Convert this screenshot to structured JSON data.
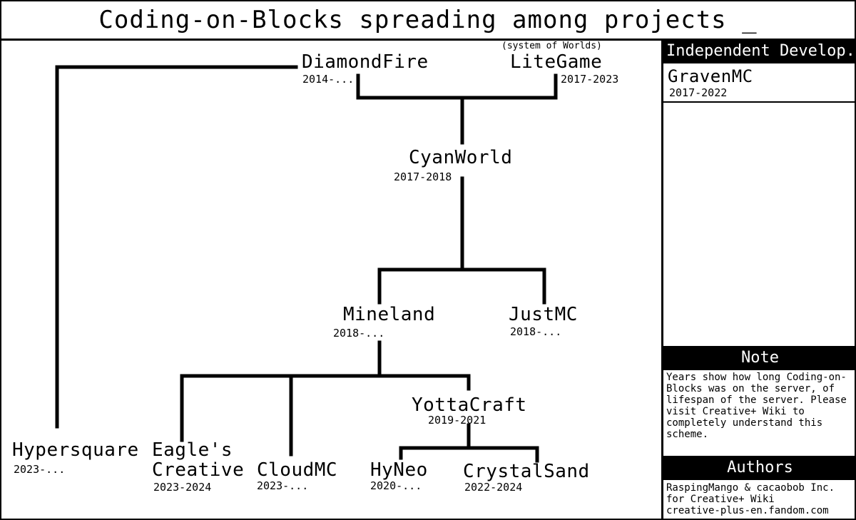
{
  "title": "Coding-on-Blocks spreading among projects",
  "title_cursor": "_",
  "sidebar": {
    "independent_header": "Independent Develop.",
    "independent_items": [
      {
        "name": "GravenMC",
        "years": "2017-2022"
      }
    ],
    "note_header": "Note",
    "note_text": "Years show how long Coding-on-Blocks was on the server, of lifespan of the server. Please visit Creative+ Wiki to completely understand this scheme.",
    "authors_header": "Authors",
    "authors_text": "RaspingMango & cacaobob Inc. for Creative+ Wiki",
    "authors_site": "creative-plus-en.fandom.com"
  },
  "tree": {
    "diamondfire": {
      "name": "DiamondFire",
      "years": "2014-..."
    },
    "litegame": {
      "name": "LiteGame",
      "subtitle": "(system of Worlds)",
      "years": "2017-2023"
    },
    "cyanworld": {
      "name": "CyanWorld",
      "years": "2017-2018"
    },
    "mineland": {
      "name": "Mineland",
      "years": "2018-..."
    },
    "justmc": {
      "name": "JustMC",
      "years": "2018-..."
    },
    "yottacraft": {
      "name": "YottaCraft",
      "years": "2019-2021"
    },
    "hypersquare": {
      "name": "Hypersquare",
      "years": "2023-..."
    },
    "eagles_creative": {
      "name_line1": "Eagle's",
      "name_line2": "Creative",
      "years": "2023-2024"
    },
    "cloudmc": {
      "name": "CloudMC",
      "years": "2023-..."
    },
    "hyneo": {
      "name": "HyNeo",
      "years": "2020-..."
    },
    "crystalsand": {
      "name": "CrystalSand",
      "years": "2022-2024"
    }
  },
  "colors": {
    "line": "#000000",
    "background": "#ffffff",
    "header_bg": "#000000",
    "header_text": "#ffffff"
  }
}
